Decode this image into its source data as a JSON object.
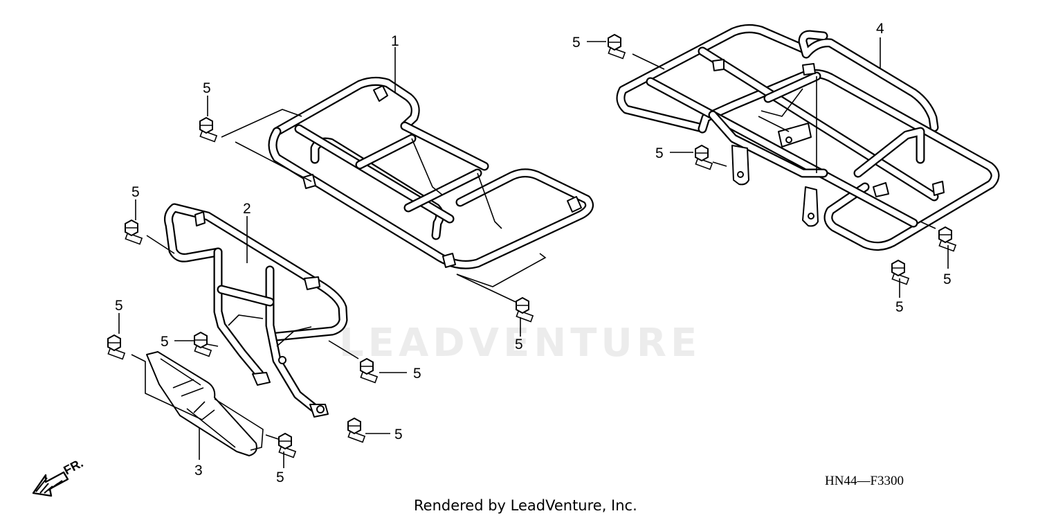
{
  "diagram": {
    "watermark": "LEADVENTURE",
    "diagram_code": "HN44—F3300",
    "footer_credit": "Rendered by LeadVenture, Inc.",
    "direction_indicator": "FR.",
    "parts": [
      {
        "ref": "1"
      },
      {
        "ref": "2"
      },
      {
        "ref": "3"
      },
      {
        "ref": "4"
      },
      {
        "ref": "5"
      }
    ]
  }
}
